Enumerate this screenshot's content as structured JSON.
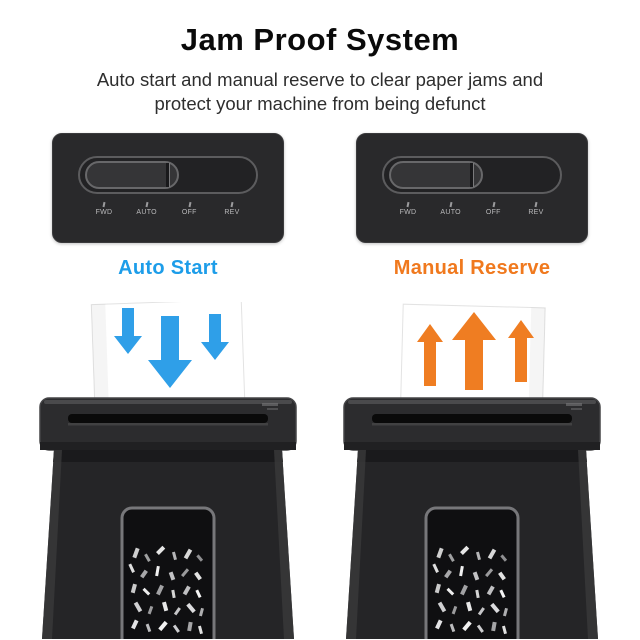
{
  "header": {
    "title": "Jam Proof System",
    "subtitle_line1": "Auto start and manual reserve to clear paper jams and",
    "subtitle_line2": "protect your machine from being defunct"
  },
  "panels": [
    {
      "label": "Auto Start",
      "positions": [
        "FWD",
        "AUTO",
        "OFF",
        "REV"
      ]
    },
    {
      "label": "Manual Reserve",
      "positions": [
        "FWD",
        "AUTO",
        "OFF",
        "REV"
      ]
    }
  ],
  "colors": {
    "auto_start_label": "#1d9de9",
    "manual_reserve_label": "#f0791e",
    "arrow_down_blue": "#2f9fe8",
    "arrow_up_orange": "#ef7d22"
  }
}
